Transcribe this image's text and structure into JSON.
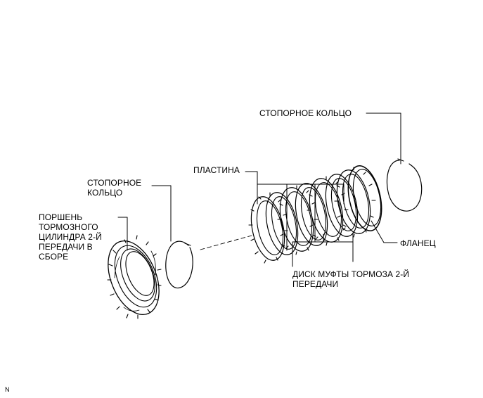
{
  "labels": {
    "snap_ring_top": "СТОПОРНОЕ КОЛЬЦО",
    "snap_ring_left": "СТОПОРНОЕ\nКОЛЬЦО",
    "plate": "ПЛАСТИНА",
    "piston": "ПОРШЕНЬ\nТОРМОЗНОГО\nЦИЛИНДРА 2-Й\nПЕРЕДАЧИ В\nСБОРЕ",
    "flange": "ФЛАНЕЦ",
    "clutch_disc": "ДИСК МУФТЫ ТОРМОЗА 2-Й\nПЕРЕДАЧИ",
    "code": "N"
  }
}
